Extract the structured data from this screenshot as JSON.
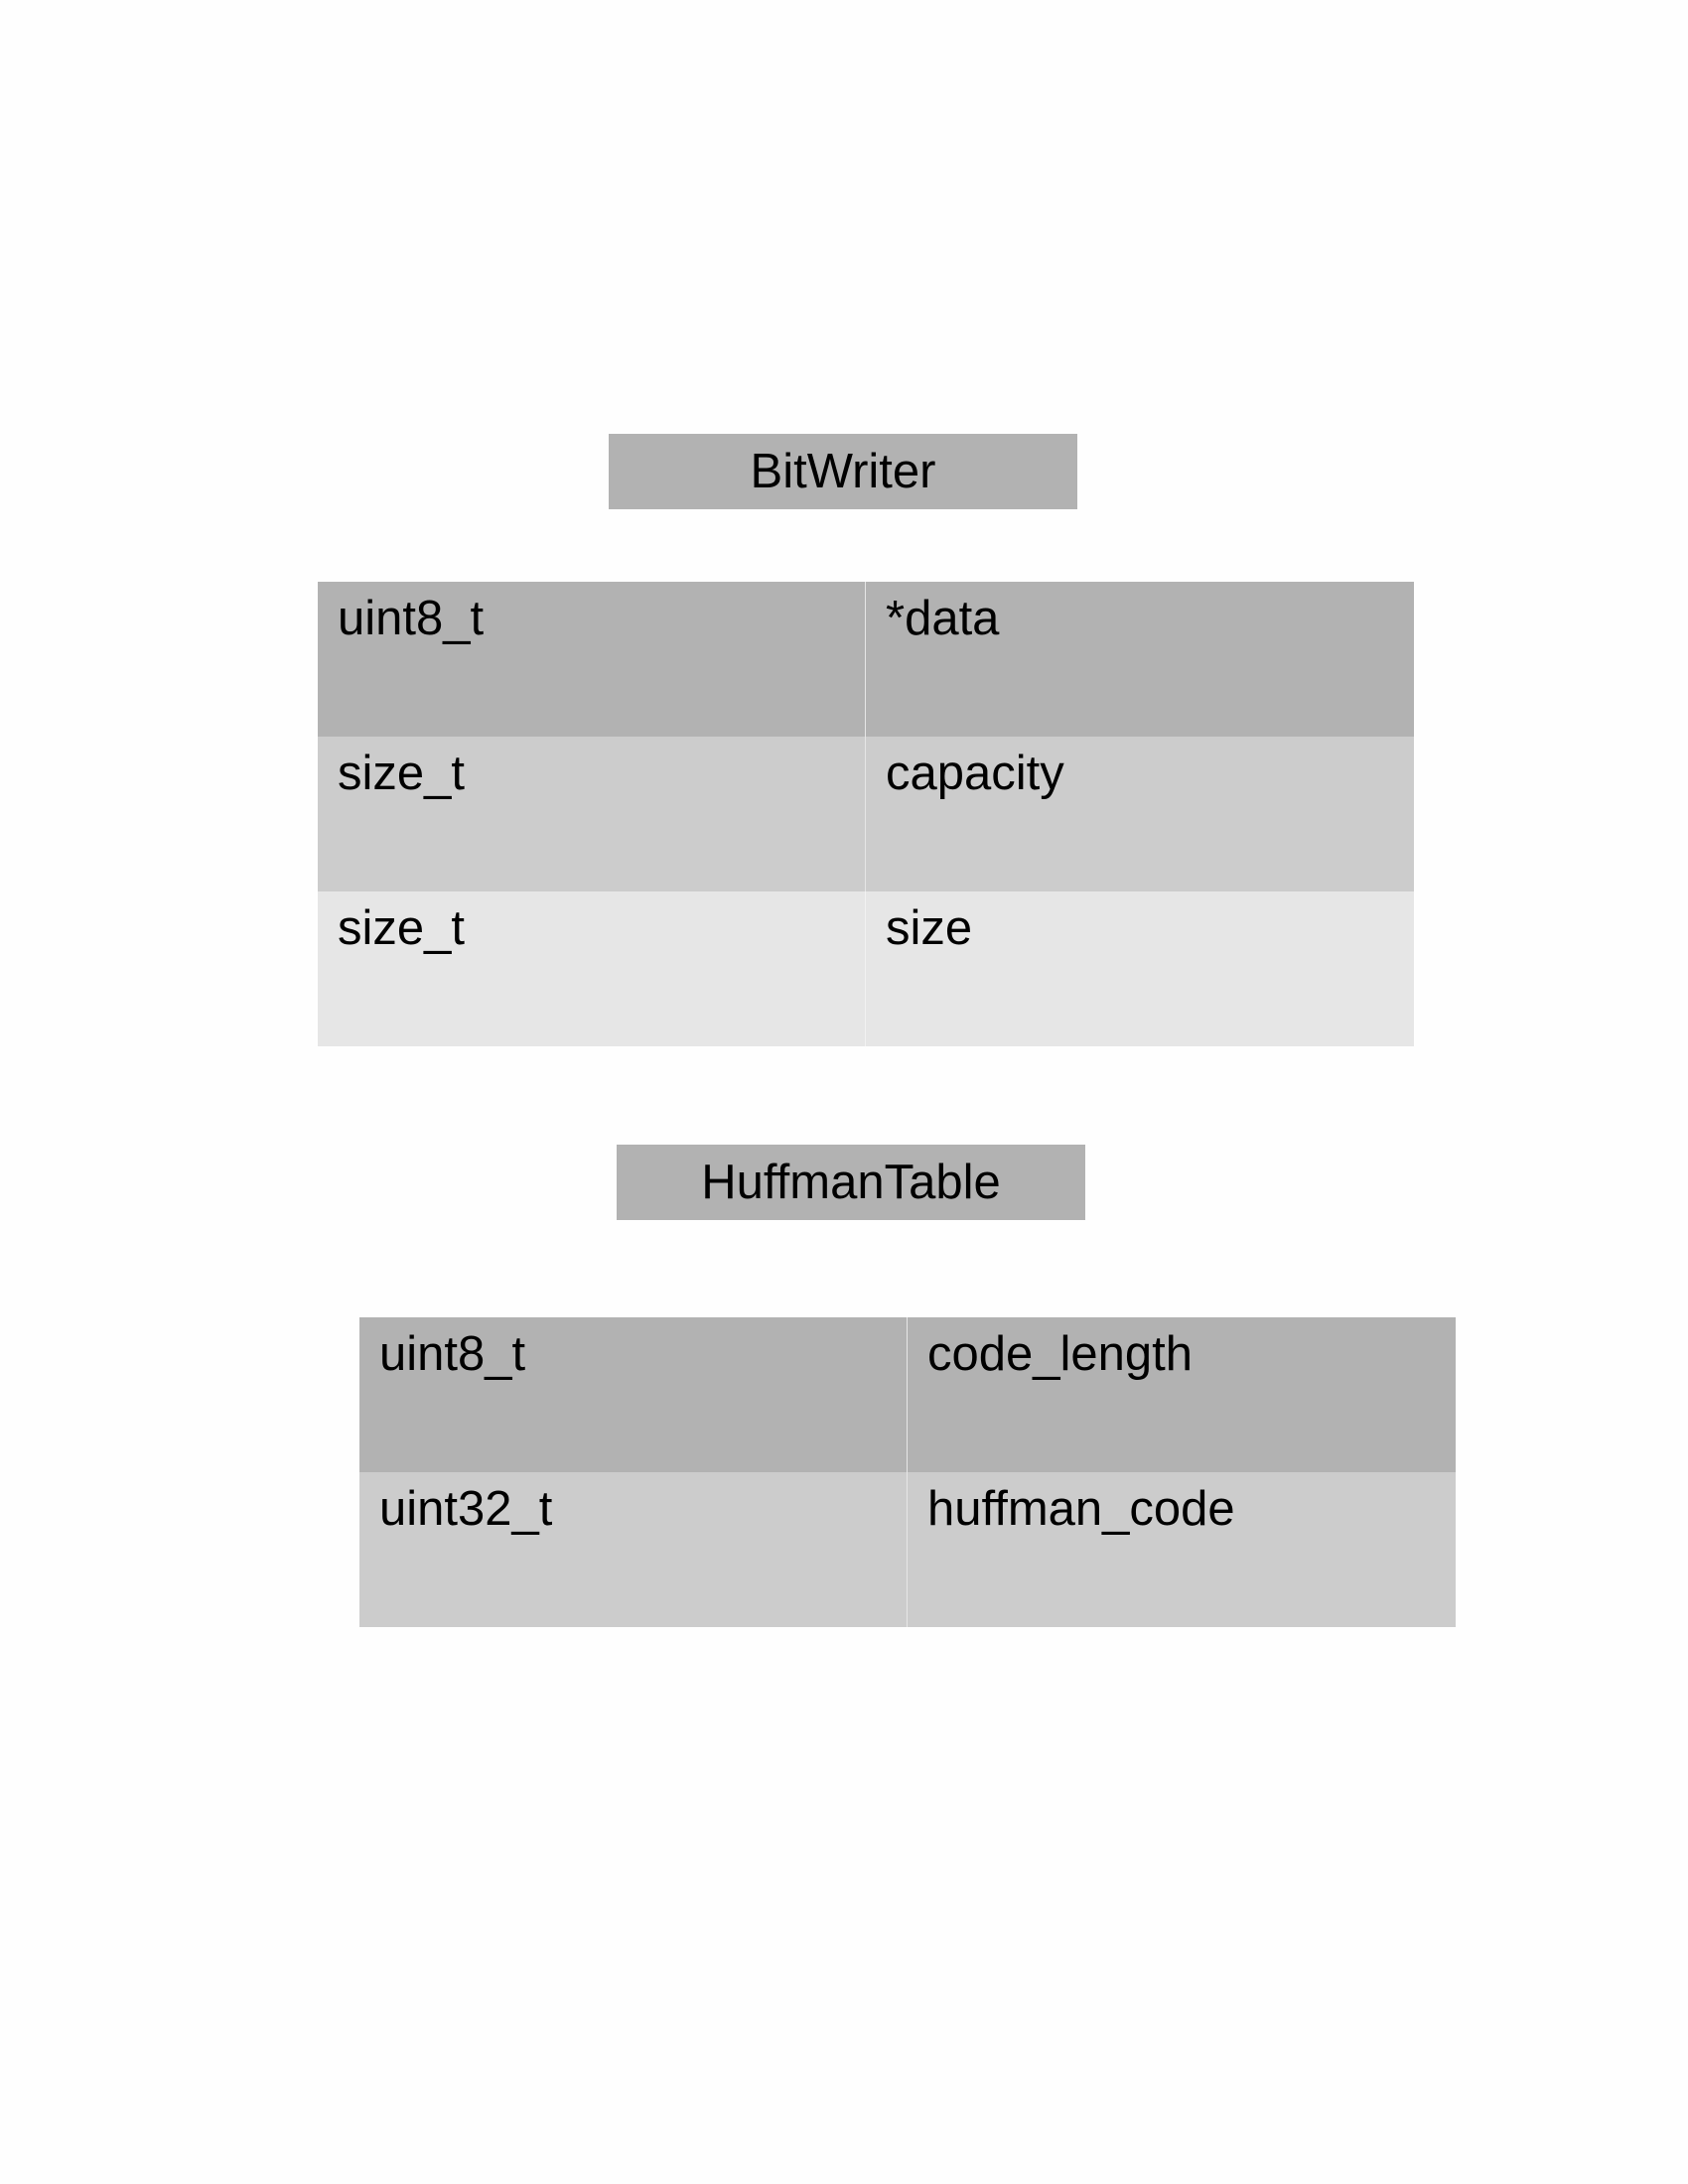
{
  "structs": [
    {
      "name": "BitWriter",
      "fields": [
        {
          "type": "uint8_t",
          "name": "*data"
        },
        {
          "type": "size_t",
          "name": "capacity"
        },
        {
          "type": "size_t",
          "name": "size"
        }
      ]
    },
    {
      "name": "HuffmanTable",
      "fields": [
        {
          "type": "uint8_t",
          "name": "code_length"
        },
        {
          "type": "uint32_t",
          "name": "huffman_code"
        }
      ]
    }
  ],
  "colors": {
    "header_fill": "#b2b2b2",
    "row_fills": [
      "#b2b2b2",
      "#cccccc",
      "#e6e6e6"
    ],
    "background": "#fefefe",
    "text": "#000000"
  }
}
